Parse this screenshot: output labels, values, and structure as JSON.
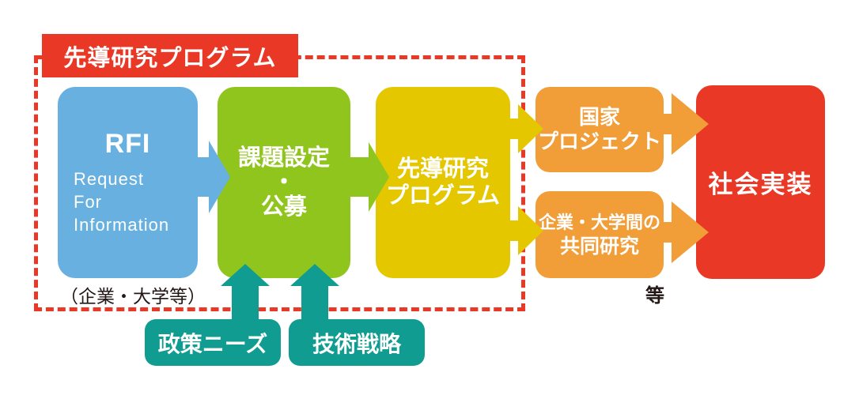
{
  "title_label": "先導研究プログラム",
  "colors": {
    "red": "#e93826",
    "blue": "#67b0e0",
    "green": "#90c51e",
    "yellow": "#e5c700",
    "orange": "#f19d38",
    "teal": "#109c90"
  },
  "rfi_box": {
    "title": "RFI",
    "line1": "Request",
    "line2": "For",
    "line3": "Information"
  },
  "rfi_caption": "（企業・大学等）",
  "kadai_box": {
    "line1": "課題設定",
    "line2": "・",
    "line3": "公募"
  },
  "sendo_box": {
    "line1": "先導研究",
    "line2": "プログラム"
  },
  "kokka_box": {
    "line1": "国家",
    "line2": "プロジェクト"
  },
  "kyodo_box": {
    "line1": "企業・大学間の",
    "line2": "共同研究"
  },
  "etc_label": "等",
  "shakai_box": {
    "label": "社会実装"
  },
  "policy_box": {
    "label": "政策ニーズ"
  },
  "tech_box": {
    "label": "技術戦略"
  }
}
